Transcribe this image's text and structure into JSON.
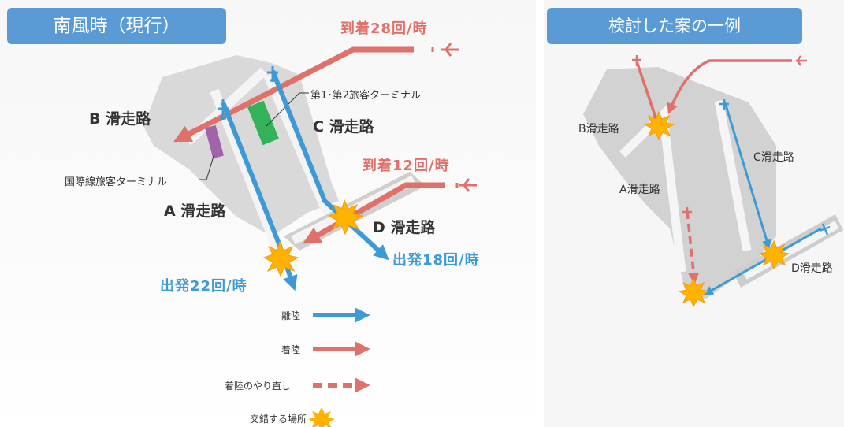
{
  "left_panel": {
    "title": "南風時（現行）",
    "arrivals_top": "到着28回/時",
    "arrivals_right": "到着12回/時",
    "departures_right": "出発18回/時",
    "departures_left": "出発22回/時",
    "runway_a": "A 滑走路",
    "runway_b": "B 滑走路",
    "runway_c": "C 滑走路",
    "runway_d": "D 滑走路",
    "terminal_domestic": "第1･第2旅客ターミナル",
    "terminal_intl": "国際線旅客ターミナル"
  },
  "legend": {
    "takeoff": "離陸",
    "landing": "着陸",
    "go_around": "着陸のやり直し",
    "conflict": "交錯する場所"
  },
  "right_panel": {
    "title": "検討した案の一例",
    "runway_a": "A滑走路",
    "runway_b": "B滑走路",
    "runway_c": "C滑走路",
    "runway_d": "D滑走路"
  },
  "colors": {
    "header_bg": "#5b9bd5",
    "departure": "#3e9ad5",
    "arrival": "#e0706a",
    "conflict": "#ffb300",
    "land": "#dcdcdc",
    "runway": "#f4f4f4"
  }
}
